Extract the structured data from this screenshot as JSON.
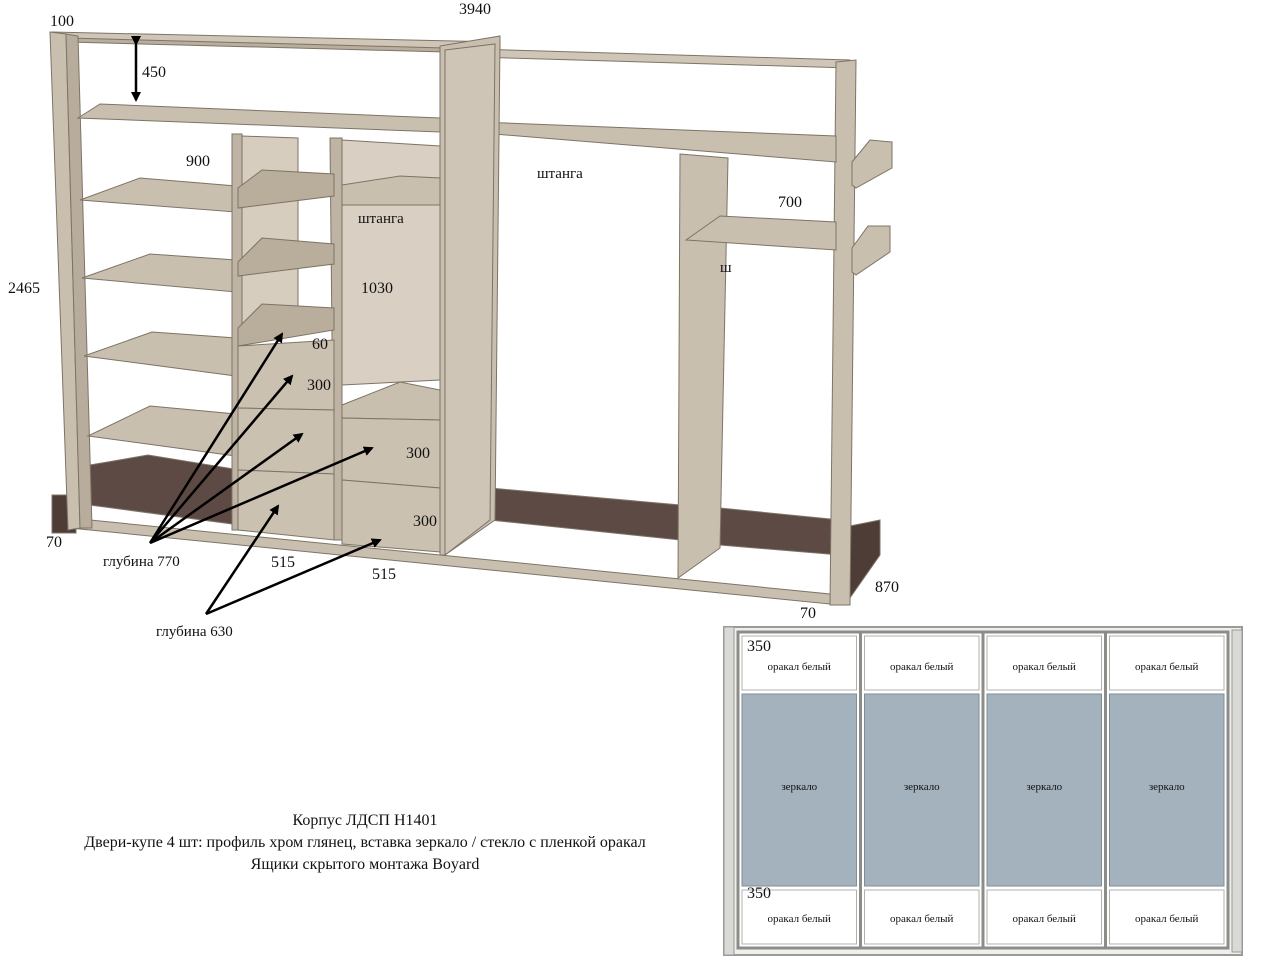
{
  "dimensions": {
    "top_left_thickness": "100",
    "total_width": "3940",
    "top_shelf_gap": "450",
    "height": "2465",
    "left_section_width": "900",
    "right_section_width": "700",
    "middle_rod_height": "1030",
    "tray_gap": "60",
    "drawer_left_1": "300",
    "drawer_right_1": "300",
    "drawer_right_2": "300",
    "plinth_left": "70",
    "plinth_right": "70",
    "drawer_width_left": "515",
    "drawer_width_right": "515",
    "right_depth": "870"
  },
  "labels": {
    "rod_middle": "штанга",
    "rod_center": "штанга",
    "rod_right_mark": "ш",
    "depth_770": "глубина 770",
    "depth_630": "глубина 630"
  },
  "doors": {
    "top_height": "350",
    "bottom_height": "350",
    "panels": [
      {
        "top": "оракал белый",
        "middle": "зеркало",
        "bottom": "оракал белый"
      },
      {
        "top": "оракал белый",
        "middle": "зеркало",
        "bottom": "оракал белый"
      },
      {
        "top": "оракал белый",
        "middle": "зеркало",
        "bottom": "оракал белый"
      },
      {
        "top": "оракал белый",
        "middle": "зеркало",
        "bottom": "оракал белый"
      }
    ]
  },
  "caption": {
    "line1": "Корпус ЛДСП Н1401",
    "line2": "Двери-купе 4 шт: профиль хром глянец, вставка зеркало / стекло с пленкой оракал",
    "line3": "Ящики скрытого монтажа Boyard"
  },
  "colors": {
    "board": "#c9bfaf",
    "board_edge": "#8a8070",
    "plinth": "#5e4a44",
    "mirror": "#a3b2bc",
    "frame": "#9a9a96"
  }
}
